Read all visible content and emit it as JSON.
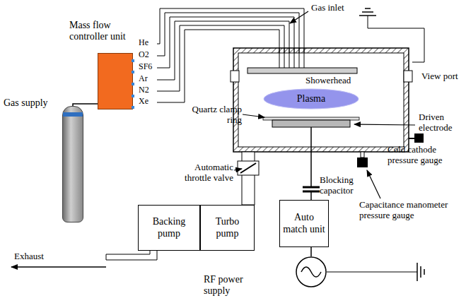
{
  "diagram": {
    "nodes": [
      {
        "text": [
          "Mass flow controller unit"
        ]
      },
      {
        "text": [
          "Gas supply"
        ]
      },
      {
        "text": [
          "Plasma"
        ]
      },
      {
        "text": [
          "Backing pump"
        ]
      },
      {
        "text": [
          "Turbo pump"
        ]
      },
      {
        "text": [
          "Auto match unit"
        ]
      },
      {
        "text": [
          "RF power supply"
        ]
      }
    ],
    "edges": [
      {
        "from": 1,
        "to": 0,
        "arrow": "none"
      },
      {
        "from": 5,
        "to": 6,
        "arrow": "none"
      }
    ],
    "labels": [
      "He",
      "O2",
      "SF6",
      "Ar",
      "N2",
      "Xe",
      "Gas inlet",
      "Showerhead",
      "View port",
      "Quartz clamp ring",
      "Driven electrode",
      "Cold cathode pressure gauge",
      "Capacitance manometer pressure gauge",
      "Automatic throttle valve",
      "Blocking capacitor",
      "Exhaust"
    ]
  }
}
